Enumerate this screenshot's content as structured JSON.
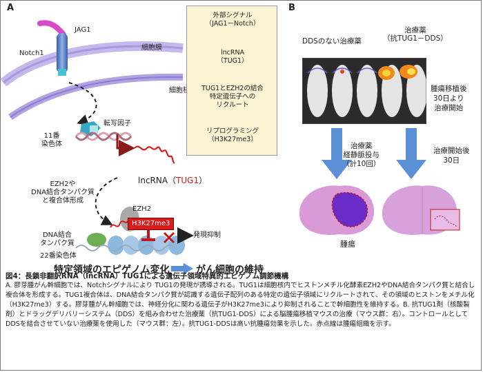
{
  "panel_a": {
    "label": "A",
    "jag1": "JAG1",
    "notch1": "Notch1",
    "membrane": "細胞膜",
    "nucleus": "細胞核",
    "tf": "転写因子",
    "chr11_l1": "11番",
    "chr11_l2": "染色体",
    "lncrna": "lncRNA（",
    "tug1": "TUG1",
    "lncrna_close": "）",
    "ezh2_l1": "EZH2や",
    "ezh2_l2": "DNA結合タンパク質",
    "ezh2_l3": "と複合体形成",
    "ezh2": "EZH2",
    "h3k": "H3K27me3",
    "dnabind_l1": "DNA結合",
    "dnabind_l2": "タンパク質",
    "chr22": "22番染色体",
    "repress": "発現抑制",
    "epi": "特定領域のエピゲノム変化",
    "maint": "がん細胞の維持"
  },
  "flow": {
    "s1a": "外部シグナル",
    "s1b": "（JAG1－Notch）",
    "s2a": "lncRNA",
    "s2b": "（TUG1）",
    "s3a": "TUG1とEZH2の結合",
    "s3b": "特定遺伝子への",
    "s3c": "リクルート",
    "s4a": "リプログラミング",
    "s4b": "（H3K27me3）"
  },
  "panel_b": {
    "label": "B",
    "nodds": "DDSのない治療薬",
    "drug_l1": "治療薬",
    "drug_l2": "（抗TUG1－DDS）",
    "tx1": "腫瘍移植後",
    "tx2": "30日より",
    "tx3": "治療開始",
    "admin1": "治療薬",
    "admin2": "経静脈投与",
    "admin3": "（計10回）",
    "after1": "治療開始後",
    "after2": "30日",
    "tumor": "腫瘍"
  },
  "caption": {
    "title": "図4：長鎖非翻訳RNA（lncRNA）TUG1による遺伝子領域特異的エピゲノム調節機構",
    "body": "A. 膠芽腫がん幹細胞では、Notchシグナルにより TUG1の発現が誘導される。TUG1は細胞核内でヒストンメチル化酵素EZH2やDNA結合タンパク質と結合し複合体を形成する。TUG1複合体は、DNA結合タンパク質が認識する遺伝子配列のある特定の遺伝子領域にリクルートされて、その領域のヒストンをメチル化（H3K27me3）する。膠芽腫がん幹細胞では、神経分化に関わる遺伝子がH3K27me3により抑制されることで幹細胞性を維持する。B. 抗TUG1剤（核酸製剤）とドラッグデリバリーシステム（DDS）を組み合わせた治療薬（抗TUG1-DDS）による脳腫瘍移植マウスの治療（マウス群：右）。コントロールとしてDDSを結合させていない治療薬を使用した（マウス群：左）。抗TUG1-DDSは高い抗腫瘍効果を示した。赤点線は腫瘍組織を示す。"
  },
  "colors": {
    "membrane": "#b7a9e0",
    "nucleus": "#9c8dd8",
    "rna": "#d81c1c",
    "flowbox": "#fbf3d4",
    "arrow_blue": "#5b8fd6",
    "brain_pink": "#d88fd6",
    "tumor_purple": "#6a2cc8"
  }
}
